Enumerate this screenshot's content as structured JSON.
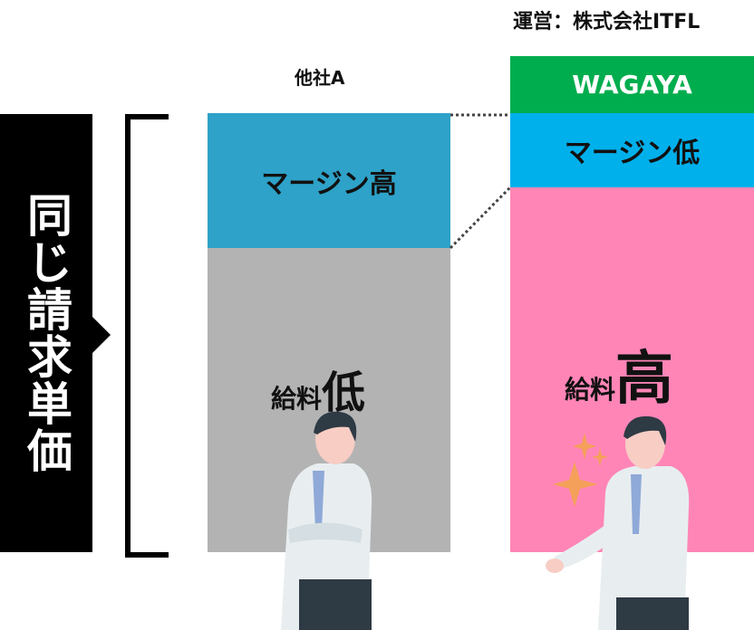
{
  "operator": "運営：株式会社ITFL",
  "side_label": "同じ請求単価",
  "competitor": {
    "name": "他社A",
    "margin": "マージン高",
    "salary_prefix": "給料",
    "salary_level": "低"
  },
  "wagaya": {
    "name": "WAGAYA",
    "margin": "マージン低",
    "salary_prefix": "給料",
    "salary_level": "高"
  },
  "colors": {
    "green": "#00ad4e",
    "blue": "#00b0eb",
    "teal": "#2ea2c8",
    "pink": "#ff85b7",
    "gray": "#b3b3b3"
  }
}
